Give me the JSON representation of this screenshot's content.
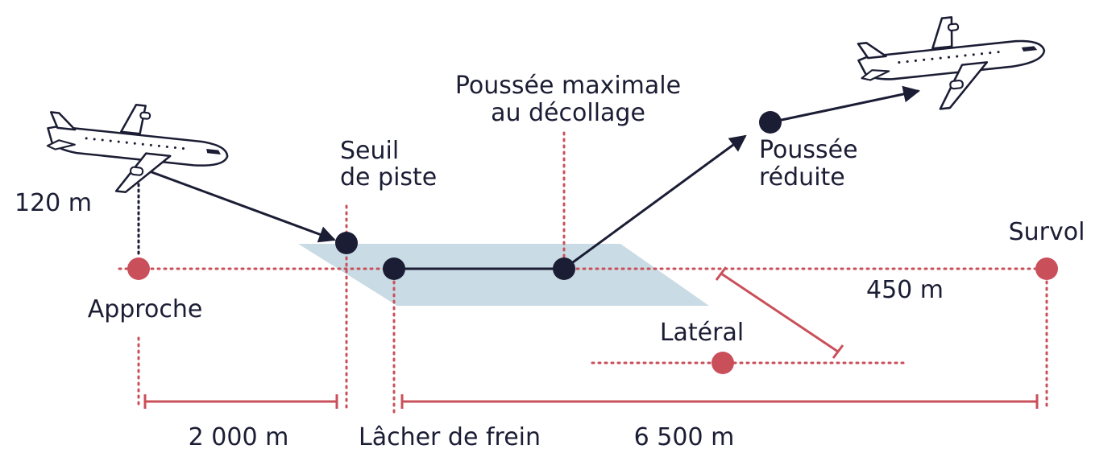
{
  "labels": {
    "approach_height": "120 m",
    "runway_threshold_line1": "Seuil",
    "runway_threshold_line2": "de piste",
    "max_thrust_line1": "Poussée maximale",
    "max_thrust_line2": "au décollage",
    "reduced_thrust_line1": "Poussée",
    "reduced_thrust_line2": "réduite",
    "flyover": "Survol",
    "approach": "Approche",
    "lateral": "Latéral",
    "lateral_distance": "450 m",
    "approach_distance": "2 000 m",
    "brake_release": "Lâcher de frein",
    "takeoff_distance": "6 500 m"
  },
  "icons": {
    "landing_plane": "airplane-icon",
    "takeoff_plane": "airplane-icon"
  },
  "colors": {
    "path": "#1b1d34",
    "measure_point": "#c9505a",
    "runway": "#c9dbe4",
    "guide_line": "#c9505a"
  }
}
